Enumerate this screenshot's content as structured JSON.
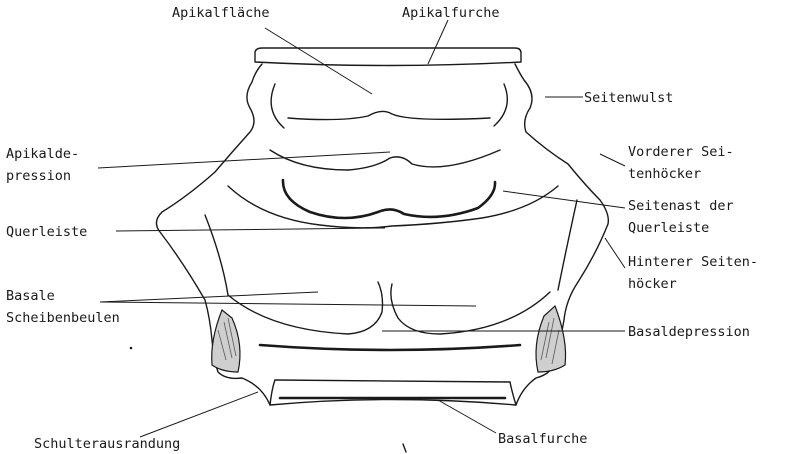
{
  "labels": {
    "apikalflaeche": "Apikalfläche",
    "apikalfurche": "Apikalfurche",
    "seitenwulst": "Seitenwulst",
    "apikaldepression_1": "Apikalde-",
    "apikaldepression_2": "pression",
    "vorderer_seitenhoecker_1": "Vorderer Sei-",
    "vorderer_seitenhoecker_2": "tenhöcker",
    "seitenast_1": "Seitenast der",
    "seitenast_2": "Querleiste",
    "querleiste": "Querleiste",
    "hinterer_seitenhoecker_1": "Hinterer Seiten-",
    "hinterer_seitenhoecker_2": "höcker",
    "basale_scheibenbeulen_1": "Basale",
    "basale_scheibenbeulen_2": "Scheibenbeulen",
    "basaldepression": "Basaldepression",
    "schulterausrandung": "Schulterausrandung",
    "basalfurche": "Basalfurche"
  }
}
